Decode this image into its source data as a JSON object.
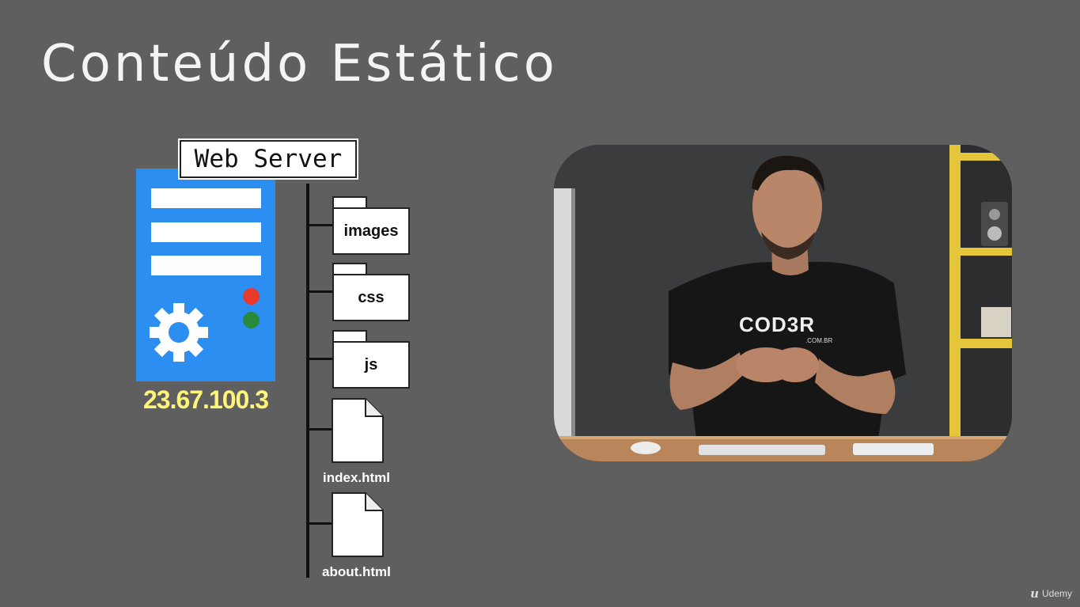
{
  "slide": {
    "title": "Conteúdo Estático"
  },
  "server": {
    "label": "Web Server",
    "ip": "23.67.100.3",
    "color": "#2d8ef2",
    "led_red": "#e8392b",
    "led_green": "#2a8a3c",
    "icon": "gear-icon"
  },
  "tree": {
    "folders": [
      {
        "name": "images"
      },
      {
        "name": "css"
      },
      {
        "name": "js"
      }
    ],
    "files": [
      {
        "name": "index.html"
      },
      {
        "name": "about.html"
      }
    ]
  },
  "video": {
    "shirt_logo": "COD3R",
    "shirt_sub": ".COM.BR"
  },
  "watermark": {
    "text": "Udemy"
  }
}
